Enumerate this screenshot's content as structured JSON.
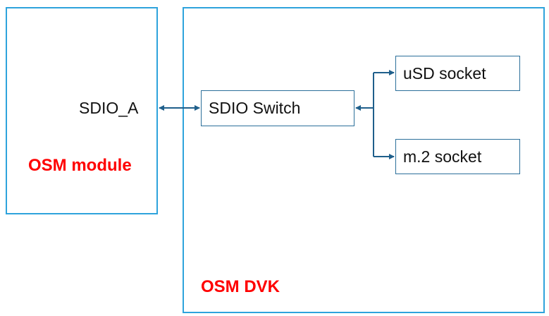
{
  "osm_module": {
    "title": "OSM module",
    "port_label": "SDIO_A"
  },
  "osm_dvk": {
    "title": "OSM DVK",
    "switch_label": "SDIO Switch",
    "usd_label": "uSD socket",
    "m2_label": "m.2 socket"
  },
  "colors": {
    "outer_border": "#2ea3dc",
    "inner_border": "#2b6f9a",
    "connector": "#1f5f8b",
    "title_text": "#ff0000"
  }
}
